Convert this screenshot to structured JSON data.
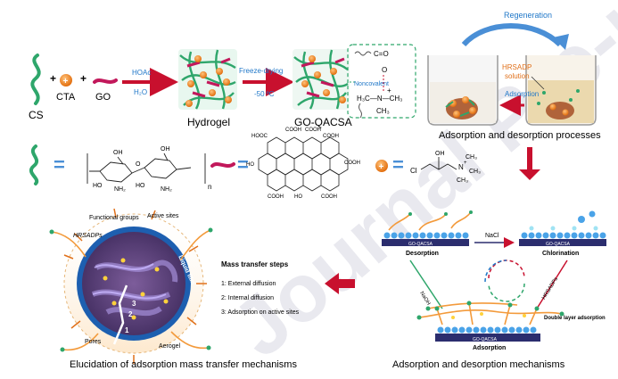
{
  "top_row": {
    "cs_label": "CS",
    "plus1": "+",
    "cta_label": "CTA",
    "plus2": "+",
    "go_label": "GO",
    "cta_badge": "+",
    "reagent_top": "HOAc",
    "reagent_bottom": "H₂O",
    "hydrogel_label": "Hydrogel",
    "freeze_top": "Freeze-drying",
    "freeze_bottom": "-50 ºC",
    "product_label": "GO-QACSA",
    "noncovalent_label": "Noncovalent",
    "chem_co": "C=O",
    "chem_o": "O",
    "chem_n_line": "H₃C—N—CH₃",
    "chem_ch3": "CH₃",
    "chem_plus": "+",
    "regeneration": "Regeneration",
    "hrsadp_solution_line1": "HRSADP",
    "hrsadp_solution_line2": "solution",
    "adsorption_arrow": "Adsorption",
    "processes_caption": "Adsorption and desorption processes"
  },
  "structure_row": {
    "equals": "=",
    "cs_formula_oh_a": "OH",
    "cs_formula_oh_b": "OH",
    "cs_formula_ho_a": "HO",
    "cs_formula_ho_b": "HO",
    "cs_formula_nh2_a": "NH₂",
    "cs_formula_nh2_b": "NH₂",
    "cs_formula_o": "O",
    "cs_formula_n": "n",
    "go_cooh_labels": [
      "HOOC",
      "COOH",
      "COOH",
      "COOH",
      "HO",
      "COOH",
      "COOH",
      "HO",
      "COOH"
    ],
    "cta_formula_cl": "Cl",
    "cta_formula_oh": "OH",
    "cta_formula_n": "N",
    "cta_formula_ch3_a": "CH₃",
    "cta_formula_ch3_b": "CH₃",
    "cta_formula_ch3_c": "CH₃",
    "cta_formula_plus": "+",
    "cta_badge": "+"
  },
  "mass_transfer": {
    "functional_groups": "Functional groups",
    "active_sites": "Active sites",
    "hrsadps": "HRSADPs",
    "liquid_film": "Liquid film",
    "pores": "Pores",
    "aerogel": "Aerogel",
    "step1": "1",
    "step2": "2",
    "step3": "3",
    "steps_title": "Mass transfer steps",
    "steps": [
      "1: External diffusion",
      "2: Internal diffusion",
      "3: Adsorption on active sites"
    ],
    "caption": "Elucidation of adsorption mass transfer mechanisms"
  },
  "mechanisms": {
    "surface_label": "GO-QACSA",
    "desorption": "Desorption",
    "chlorination": "Chlorination",
    "nacl": "NaCl",
    "naoh": "NaOH",
    "hrsadps": "HRSADPs",
    "double_layer": "Double layer adsorption",
    "adsorption": "Adsorption",
    "caption": "Adsorption and desorption mechanisms"
  },
  "watermark": "Journal Pre-proofs",
  "colors": {
    "chain_green": "#2ea66b",
    "go_pink": "#c2185b",
    "arrow_red": "#c8102e",
    "regen_blue": "#4a8fd6",
    "label_blue": "#1f77c8",
    "surface_navy": "#2b2d6e",
    "cta_orange": "#f08a24"
  }
}
